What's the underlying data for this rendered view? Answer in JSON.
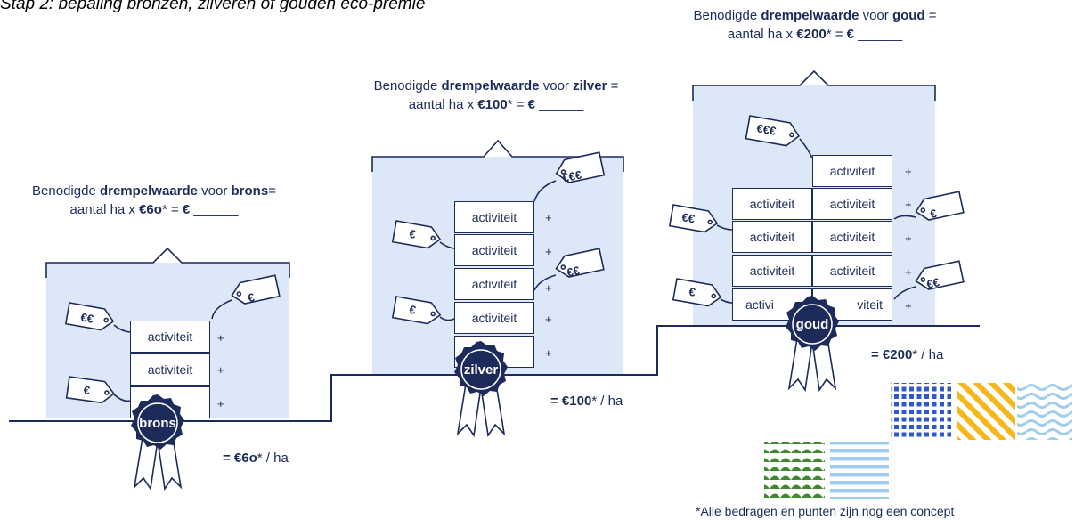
{
  "heading": "Stap 2: bepaling bronzen, zilveren of gouden eco-premie",
  "levels": {
    "brons": {
      "line1_pre": "Benodigde ",
      "line1_bold": "drempelwaarde",
      "line1_mid": " voor ",
      "line1_level": "brons",
      "line1_post": "=",
      "line2_pre": "aantal ha x ",
      "line2_amount": "€6o",
      "line2_post": "* = ",
      "line2_euro": "€",
      "line2_blank": " ______",
      "medal": "brons",
      "rate_bold": "= €6o",
      "rate_rest": "* / ha",
      "activities": [
        "activiteit",
        "activiteit"
      ],
      "tags": [
        "€€",
        "€",
        "€"
      ]
    },
    "zilver": {
      "line1_pre": "Benodigde ",
      "line1_bold": "drempelwaarde",
      "line1_mid": " voor ",
      "line1_level": "zilver",
      "line1_post": " =",
      "line2_pre": "aantal ha x ",
      "line2_amount": "€100",
      "line2_post": "* = ",
      "line2_euro": "€",
      "line2_blank": " ______",
      "medal": "zilver",
      "rate_bold": "= €100",
      "rate_rest": "* / ha",
      "activities": [
        "activiteit",
        "activiteit",
        "activiteit",
        "activiteit"
      ],
      "tags": [
        "€€€",
        "€",
        "€€",
        "€"
      ]
    },
    "goud": {
      "line1_pre": "Benodigde ",
      "line1_bold": "drempelwaarde",
      "line1_mid": " voor ",
      "line1_level": "goud",
      "line1_post": " =",
      "line2_pre": "aantal ha x ",
      "line2_amount": "€200",
      "line2_post": "* = ",
      "line2_euro": "€",
      "line2_blank": " ______",
      "medal": "goud",
      "rate_bold": "= €200",
      "rate_rest": "* / ha",
      "activities_left": [
        "activiteit",
        "activiteit",
        "activiteit",
        "activi"
      ],
      "activities_right": [
        "activiteit",
        "activiteit",
        "activiteit",
        "activiteit",
        "viteit"
      ],
      "tags": [
        "€€€",
        "€€",
        "€",
        "€",
        "€€"
      ]
    }
  },
  "plus": "+",
  "footnote": "*Alle bedragen en punten zijn nog een concept",
  "colors": {
    "navy": "#1d2b5a",
    "panel": "#dce7f7",
    "green": "#3f8a2e",
    "yellow": "#f4b81c",
    "blue": "#2e5ac8",
    "lightblue": "#9fcdec"
  }
}
